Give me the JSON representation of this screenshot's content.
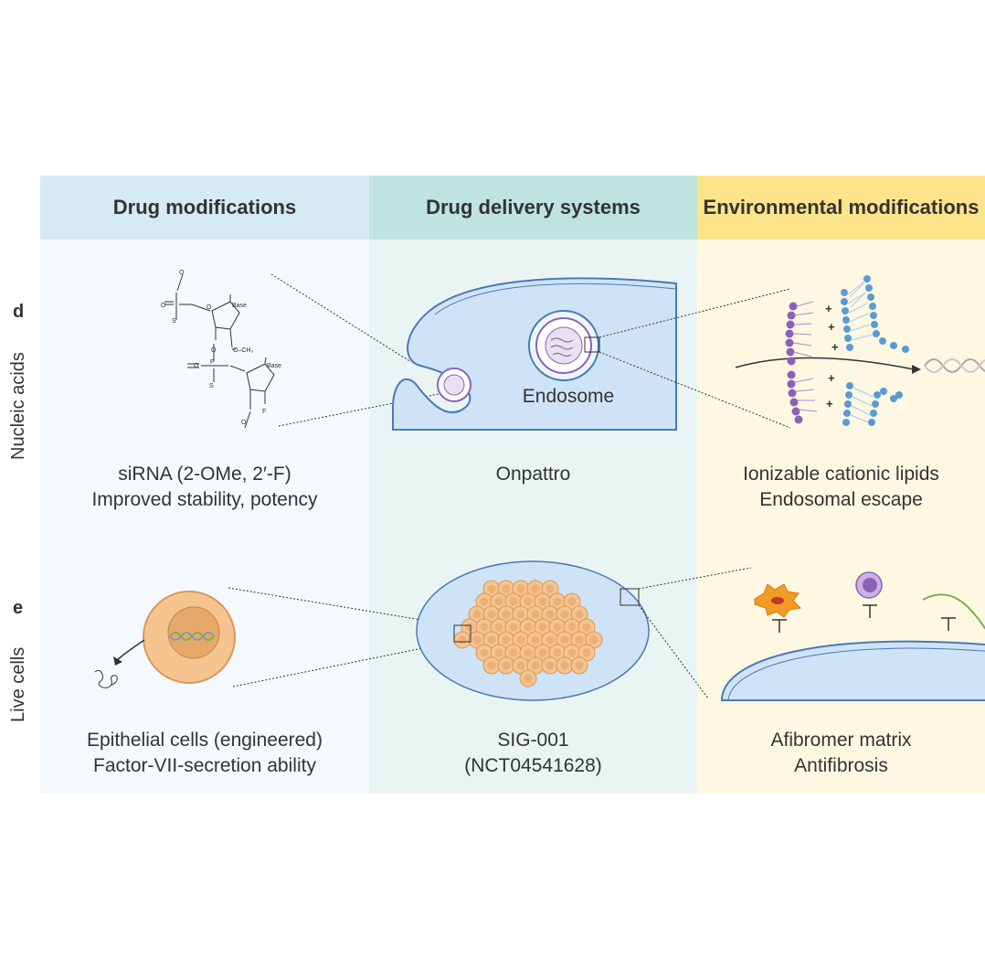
{
  "columns": {
    "col1": {
      "header": "Drug modifications",
      "header_color": "#d6eaf5",
      "bg_color": "#f3f9fd"
    },
    "col2": {
      "header": "Drug delivery systems",
      "header_color": "#bfe3de",
      "bg_color": "#eaf5f3"
    },
    "col3": {
      "header": "Environmental modifications",
      "header_color": "#fde38a",
      "bg_color": "#fef8e2"
    }
  },
  "rows": {
    "row1": {
      "letter": "d",
      "label": "Nucleic acids",
      "col1_caption": [
        "siRNA (2-OMe, 2′-F)",
        "Improved stability, potency"
      ],
      "col2_caption": [
        "Onpattro"
      ],
      "col2_inner_label": "Endosome",
      "col3_caption": [
        "Ionizable cationic lipids",
        "Endosomal escape"
      ]
    },
    "row2": {
      "letter": "e",
      "label": "Live cells",
      "col1_caption": [
        "Epithelial cells (engineered)",
        "Factor-VII-secretion ability"
      ],
      "col2_caption": [
        "SIG-001",
        "(NCT04541628)"
      ],
      "col3_caption": [
        "Afibromer matrix",
        "Antifibrosis"
      ]
    }
  },
  "structure_labels": {
    "base": "Base",
    "och3": "O–CH₃",
    "fluorine": "F"
  },
  "plus_sign": "+",
  "colors": {
    "vesicle_blue": "#cfe3f6",
    "vesicle_stroke": "#4a78b8",
    "lipid_purple": "#8a63b8",
    "lipid_blue": "#5b9bd5",
    "cell_orange": "#f5c48f",
    "cell_stroke": "#d9985a"
  }
}
